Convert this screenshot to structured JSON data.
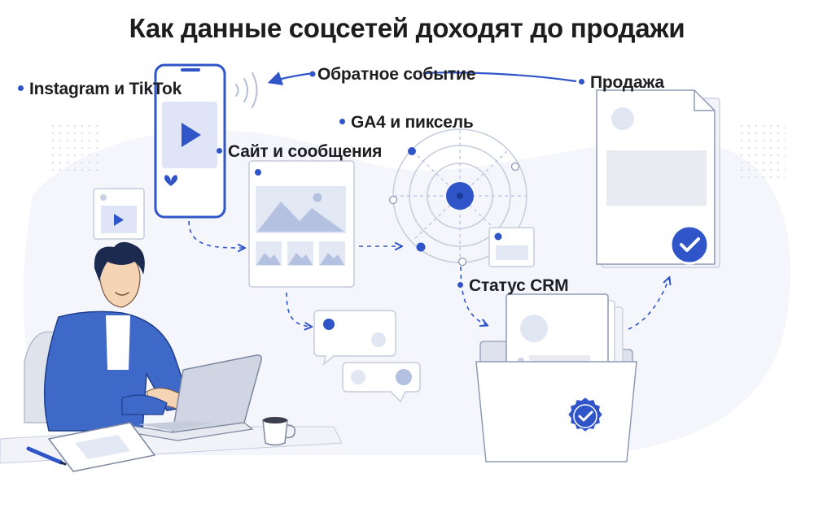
{
  "title": "Как данные соцсетей доходят до продажи",
  "labels": {
    "social": "Instagram и TikTok",
    "feedback": "Обратное событие",
    "sale": "Продажа",
    "analytics": "GA4 и пиксель",
    "site": "Сайт и сообщения",
    "crm": "Статус CRM"
  },
  "colors": {
    "accent": "#2f55c8",
    "light_blue": "#dfe5f7",
    "panel_gray": "#e8ebf2",
    "outline": "#c5ccdc",
    "text": "#1e1e22"
  },
  "icons": [
    "play-icon",
    "heart-icon",
    "signal-waves-icon",
    "check-icon",
    "certified-badge-icon",
    "mountain-image-icon"
  ]
}
